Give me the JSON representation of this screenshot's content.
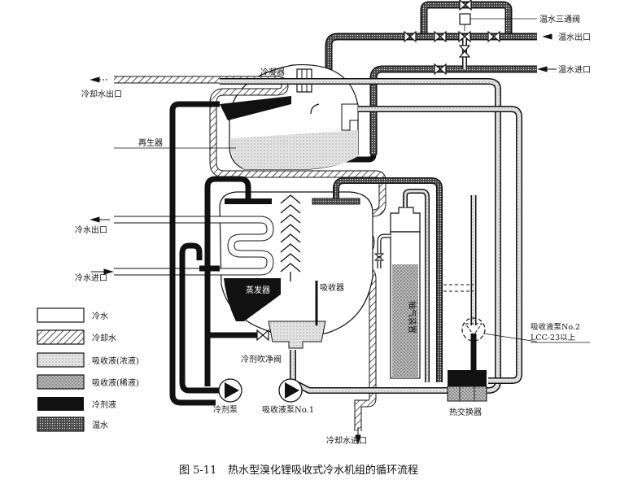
{
  "caption": {
    "figure_no": "图 5-11",
    "title": "热水型溴化锂吸收式冷水机组的循环流程"
  },
  "labels": {
    "hot_water_three_way_valve": "温水三通阀",
    "hot_water_outlet": "温水出口",
    "hot_water_inlet": "温水进口",
    "condenser": "冷凝器",
    "cooling_water_outlet": "冷却水出口",
    "regenerator": "再生器",
    "chilled_water_outlet": "冷水出口",
    "chilled_water_inlet": "冷水进口",
    "evaporator": "蒸发器",
    "absorber": "吸收器",
    "refrigerant_purge_valve": "冷剂吹净阀",
    "refrigerant_pump": "冷剂泵",
    "absorbent_pump_1": "吸收液泵No.1",
    "cooling_water_inlet": "冷却水进口",
    "purge_device": "抽气装置",
    "absorbent_pump_2_line1": "吸收液泵No.2",
    "absorbent_pump_2_line2": "LCC-23以上",
    "heat_exchanger": "热交换器"
  },
  "legend": {
    "items": [
      {
        "key": "chilled-water",
        "label": "冷水"
      },
      {
        "key": "cooling-water",
        "label": "冷却水"
      },
      {
        "key": "strong-solution",
        "label": "吸收液(浓液)"
      },
      {
        "key": "weak-solution",
        "label": "吸收液(稀液)"
      },
      {
        "key": "refrigerant",
        "label": "冷剂液"
      },
      {
        "key": "hot-water",
        "label": "温水"
      }
    ]
  },
  "colors": {
    "ink": "#111111",
    "paper": "#ffffff",
    "strong_solution": "#cfcfcf",
    "weak_solution": "#a8a8a8",
    "hot_water": "#555555"
  }
}
